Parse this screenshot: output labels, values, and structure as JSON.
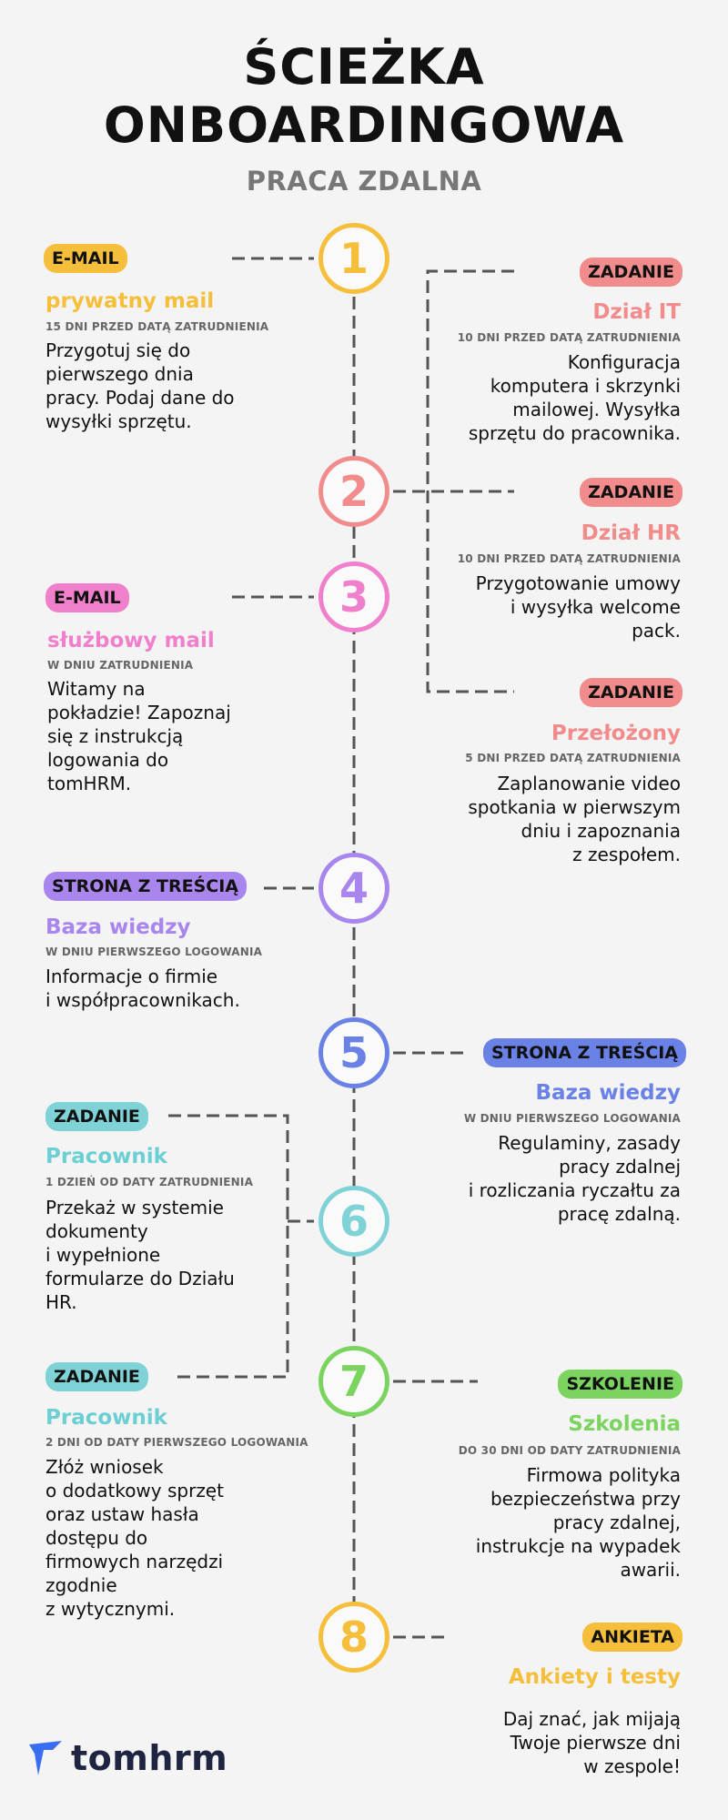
{
  "header": {
    "title_line1": "ŚCIEŻKA",
    "title_line2": "ONBOARDINGOWA",
    "subtitle": "PRACA ZDALNA"
  },
  "colors": {
    "yellow": "#f5bf3c",
    "salmon": "#f28c8c",
    "pink": "#f07fcc",
    "purple": "#a886ee",
    "blue": "#6a81e6",
    "teal": "#7fd3d6",
    "green": "#7ad45f",
    "line": "#555555"
  },
  "steps": [
    "1",
    "2",
    "3",
    "4",
    "5",
    "6",
    "7",
    "8"
  ],
  "items": {
    "e1": {
      "badge": "E-MAIL",
      "heading": "prywatny mail",
      "timing": "15 DNI PRZED DATĄ ZATRUDNIENIA",
      "lines": [
        "Przygotuj się do",
        "pierwszego dnia",
        "pracy. Podaj dane do",
        "wysyłki sprzętu."
      ]
    },
    "t1": {
      "badge": "ZADANIE",
      "heading": "Dział IT",
      "timing": "10 DNI PRZED DATĄ ZATRUDNIENIA",
      "lines": [
        "Konfiguracja",
        "komputera i skrzynki",
        "mailowej. Wysyłka",
        "sprzętu do pracownika."
      ]
    },
    "t2": {
      "badge": "ZADANIE",
      "heading": "Dział HR",
      "timing": "10 DNI PRZED DATĄ ZATRUDNIENIA",
      "lines": [
        "Przygotowanie umowy",
        "i wysyłka welcome",
        "pack."
      ]
    },
    "e3": {
      "badge": "E-MAIL",
      "heading": "służbowy mail",
      "timing": "W DNIU ZATRUDNIENIA",
      "lines": [
        "Witamy na",
        "pokładzie! Zapoznaj",
        "się z instrukcją",
        "logowania do",
        "tomHRM."
      ]
    },
    "t3": {
      "badge": "ZADANIE",
      "heading": "Przełożony",
      "timing": "5 DNI PRZED DATĄ ZATRUDNIENIA",
      "lines": [
        "Zaplanowanie video",
        "spotkania w pierwszym",
        "dniu i zapoznania",
        "z zespołem."
      ]
    },
    "s4": {
      "badge": "STRONA Z TREŚCIĄ",
      "heading": "Baza wiedzy",
      "timing": "W DNIU PIERWSZEGO LOGOWANIA",
      "lines": [
        "Informacje o firmie",
        "i współpracownikach."
      ]
    },
    "s5": {
      "badge": "STRONA Z  TREŚCIĄ",
      "heading": "Baza wiedzy",
      "timing": "W DNIU PIERWSZEGO LOGOWANIA",
      "lines": [
        "Regulaminy, zasady",
        "pracy zdalnej",
        "i rozliczania ryczałtu za",
        "pracę zdalną."
      ]
    },
    "p6": {
      "badge": "ZADANIE",
      "heading": "Pracownik",
      "timing": "1 DZIEŃ OD DATY ZATRUDNIENIA",
      "lines": [
        "Przekaż w systemie",
        "dokumenty",
        "i wypełnione",
        "formularze do Działu",
        "HR."
      ]
    },
    "p7": {
      "badge": "ZADANIE",
      "heading": "Pracownik",
      "timing": "2 DNI OD DATY PIERWSZEGO LOGOWANIA",
      "lines": [
        "Złóż wniosek",
        "o dodatkowy sprzęt",
        "oraz ustaw hasła",
        "dostępu do",
        "firmowych narzędzi",
        "zgodnie",
        "z wytycznymi."
      ]
    },
    "k7": {
      "badge": "SZKOLENIE",
      "heading": "Szkolenia",
      "timing": "DO 30 DNI OD DATY ZATRUDNIENIA",
      "lines": [
        "Firmowa polityka",
        "bezpieczeństwa przy",
        "pracy zdalnej,",
        "instrukcje na wypadek",
        "awarii."
      ]
    },
    "a8": {
      "badge": "ANKIETA",
      "heading": "Ankiety i testy",
      "lines": [
        "Daj znać, jak mijają",
        "Twoje pierwsze dni",
        "w zespole!"
      ]
    }
  },
  "logo": {
    "text": "tomhrm"
  }
}
